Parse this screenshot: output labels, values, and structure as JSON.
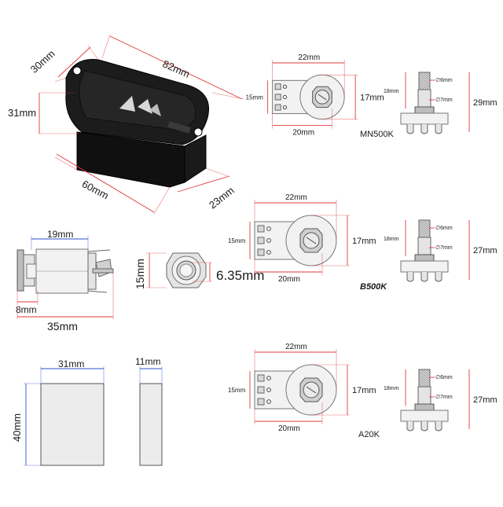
{
  "battery_box": {
    "depth_label": "30mm",
    "length_label": "82mm",
    "height_label": "31mm",
    "bottom_length_label": "60mm",
    "bottom_depth_label": "23mm"
  },
  "jack": {
    "length_label": "19mm",
    "flange_label": "8mm",
    "total_label": "35mm",
    "height_label": "15mm",
    "bore_label": "6.35mm"
  },
  "block": {
    "width_label": "31mm",
    "thickness_label": "11mm",
    "height_label": "40mm"
  },
  "pots": [
    {
      "model": "MN500K",
      "width_label": "22mm",
      "case_label": "17mm",
      "lug_label": "15mm",
      "base_label": "20mm",
      "shaft_label": "18mm",
      "tip_label": "∅6mm",
      "bush_label": "∅7mm",
      "height_label": "29mm"
    },
    {
      "model": "B500K",
      "width_label": "22mm",
      "case_label": "17mm",
      "lug_label": "15mm",
      "base_label": "20mm",
      "shaft_label": "18mm",
      "tip_label": "∅6mm",
      "bush_label": "∅7mm",
      "height_label": "27mm"
    },
    {
      "model": "A20K",
      "width_label": "22mm",
      "case_label": "17mm",
      "lug_label": "15mm",
      "base_label": "20mm",
      "shaft_label": "18mm",
      "tip_label": "∅6mm",
      "bush_label": "∅7mm",
      "height_label": "27mm"
    }
  ]
}
